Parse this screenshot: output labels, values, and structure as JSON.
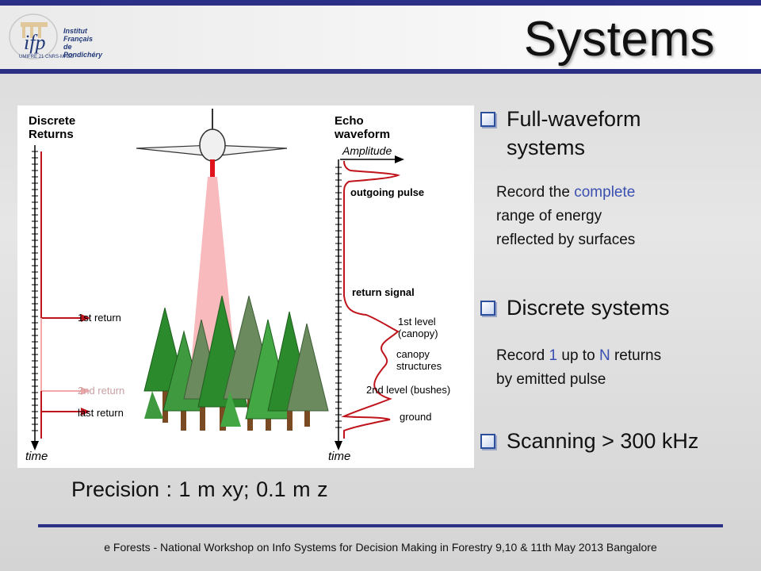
{
  "slide": {
    "title": "Systems",
    "logo": {
      "line1": "Institut",
      "line2": "Français",
      "line3": "de Pondichéry",
      "monogram": "ifp",
      "subtitle": "UMIFRE 21 CNRS-MAEE"
    }
  },
  "diagram": {
    "left_title_1": "Discrete",
    "left_title_2": "Returns",
    "right_title_1": "Echo",
    "right_title_2": "waveform",
    "amplitude": "Amplitude",
    "outgoing_pulse": "outgoing pulse",
    "return_signal": "return signal",
    "first_level_1": "1st level",
    "first_level_2": "(canopy)",
    "canopy_1": "canopy",
    "canopy_2": "structures",
    "second_level": "2nd level (bushes)",
    "ground": "ground",
    "first_return": "1st return",
    "second_return": "2nd return",
    "last_return": "last return",
    "time_left": "time",
    "time_right": "time"
  },
  "bullets": {
    "full_waveform_1": "Full-waveform",
    "full_waveform_2": "systems",
    "full_desc_a": "Record the ",
    "full_desc_b": "complete",
    "full_desc_c": "range of energy",
    "full_desc_d": "reflected by surfaces",
    "discrete": "Discrete systems",
    "discrete_desc_a": "Record ",
    "discrete_desc_b": "1",
    "discrete_desc_c": " up to ",
    "discrete_desc_d": "N",
    "discrete_desc_e": " returns",
    "discrete_desc_f": "by emitted pulse",
    "scanning": "Scanning > 300 kHz"
  },
  "precision": "Precision : 1 m xy;  0.1 m z",
  "footer": "e Forests - National Workshop on Info Systems for Decision Making in Forestry 9,10 & 11th May 2013 Bangalore",
  "colors": {
    "accent": "#2b2f86",
    "highlight": "#3a4fb0",
    "return_red": "#c0141c"
  }
}
